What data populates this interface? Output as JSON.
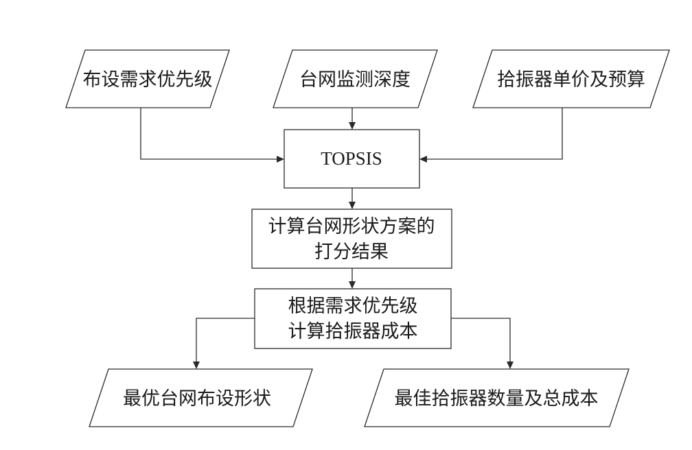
{
  "inputs": {
    "priority": "布设需求优先级",
    "depth": "台网监测深度",
    "price_budget": "拾振器单价及预算"
  },
  "method": "TOPSIS",
  "scoring": {
    "line1": "计算台网形状方案的",
    "line2": "打分结果"
  },
  "cost_calc": {
    "line1": "根据需求优先级",
    "line2": "计算拾振器成本"
  },
  "outputs": {
    "best_shape": "最优台网布设形状",
    "best_count_cost": "最佳拾振器数量及总成本"
  }
}
